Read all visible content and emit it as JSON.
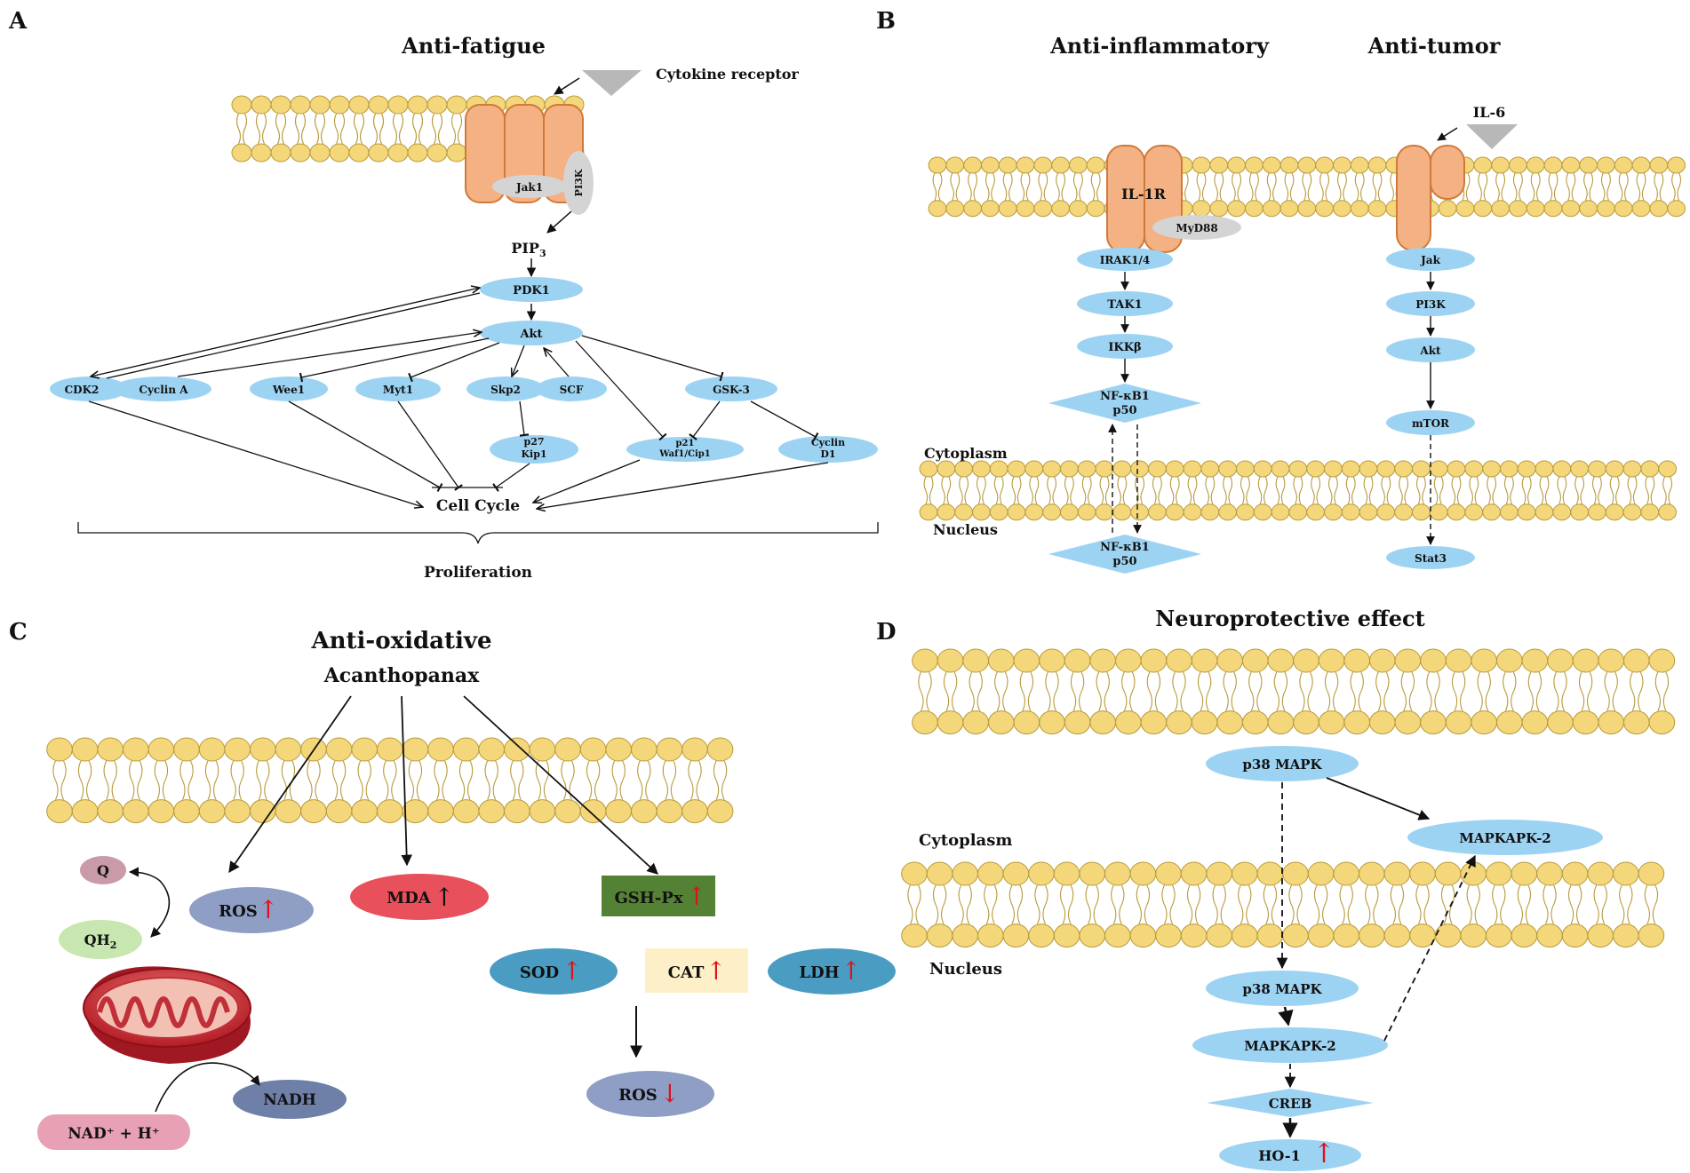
{
  "panels": {
    "A": {
      "letter": "A",
      "title": "Anti-fatigue",
      "receptor_label": "Cytokine receptor",
      "jak": "Jak1",
      "pi3k": "PI3K",
      "pip": "PIP",
      "pip_sub": "3",
      "pdk1": "PDK1",
      "akt": "Akt",
      "cdk2": "CDK2",
      "cyclin_a": "Cyclin A",
      "wee1": "Wee1",
      "myt1": "Myt1",
      "skp2": "Skp2",
      "scf": "SCF",
      "gsk3": "GSK-3",
      "p27_l1": "p27",
      "p27_l2": "Kip1",
      "p21_l1": "p21",
      "p21_l2": "Waf1/Cip1",
      "cycd_l1": "Cyclin",
      "cycd_l2": "D1",
      "cell_cycle": "Cell Cycle",
      "proliferation": "Proliferation"
    },
    "B": {
      "letter": "B",
      "title_left": "Anti-inflammatory",
      "title_right": "Anti-tumor",
      "il1r": "IL-1R",
      "myd88": "MyD88",
      "irak": "IRAK1/4",
      "tak1": "TAK1",
      "ikkb": "IKKβ",
      "nfkb_l1": "NF-κB1",
      "nfkb_l2": "p50",
      "il6": "IL-6",
      "jak": "Jak",
      "pi3k": "PI3K",
      "akt": "Akt",
      "mtor": "mTOR",
      "stat3": "Stat3",
      "cytoplasm": "Cytoplasm",
      "nucleus": "Nucleus"
    },
    "C": {
      "letter": "C",
      "title": "Anti-oxidative",
      "subtitle": "Acanthopanax",
      "q": "Q",
      "qh2": "QH",
      "qh2_sub": "2",
      "ros_up": "ROS",
      "mda": "MDA",
      "gshpx": "GSH-Px",
      "sod": "SOD",
      "cat": "CAT",
      "ldh": "LDH",
      "ros_down": "ROS",
      "nadh": "NADH",
      "nad": "NAD⁺ + H⁺",
      "up_arrow": "↑",
      "down_arrow": "↓"
    },
    "D": {
      "letter": "D",
      "title": "Neuroprotective effect",
      "p38_top": "p38 MAPK",
      "mapkapk_top": "MAPKAPK-2",
      "cytoplasm": "Cytoplasm",
      "nucleus": "Nucleus",
      "p38_bottom": "p38 MAPK",
      "mapkapk_bottom": "MAPKAPK-2",
      "creb": "CREB",
      "ho1": "HO-1",
      "up_arrow": "↑"
    }
  },
  "colors": {
    "lipid_head": "#f4d77a",
    "lipid_stroke": "#b89a3a",
    "receptor": "#f4b183",
    "receptor_stroke": "#d07a3a",
    "node_blue": "#9dd3f2",
    "grey": "#d4d4d4",
    "arrow_red": "#e0101a",
    "ros": "#8e9ec4",
    "mda": "#e8505b",
    "gshpx": "#548235",
    "sod": "#4a9cc2",
    "cat": "#fdf0c9",
    "ldh": "#4a9cc2",
    "nadh": "#6e7fa8",
    "nad": "#e8a0b4",
    "q": "#c99aa8",
    "qh2": "#c8e6b0"
  }
}
